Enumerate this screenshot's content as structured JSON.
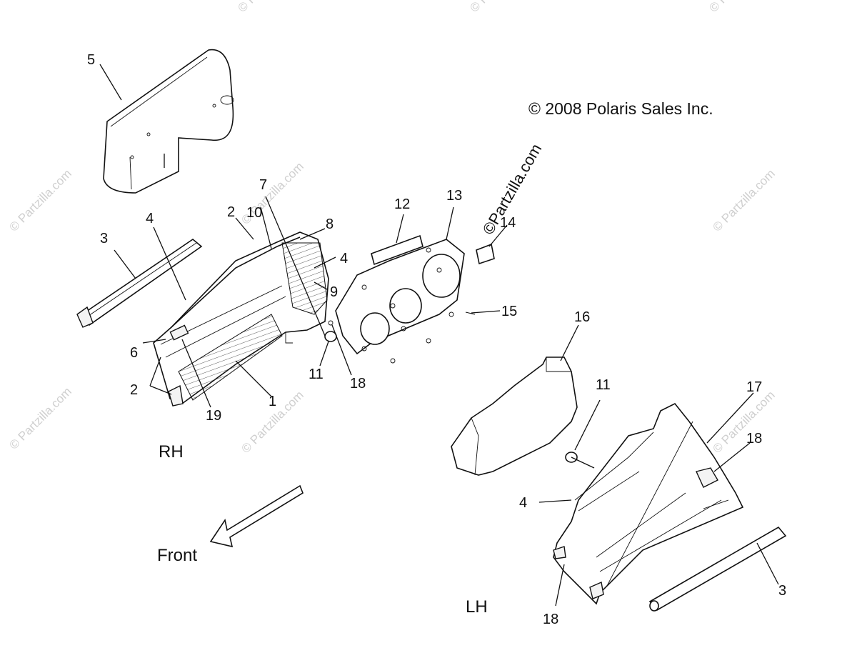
{
  "copyright": "© 2008 Polaris Sales Inc.",
  "watermark_main": "©Partzilla.com",
  "watermark_faint": "© Partzilla.com",
  "labels": {
    "rh": "RH",
    "lh": "LH",
    "front": "Front"
  },
  "callouts": {
    "c5": "5",
    "c3_rh": "3",
    "c4_rh_top": "4",
    "c2_rh_top": "2",
    "c7": "7",
    "c8": "8",
    "c4_rh_mid": "4",
    "c10": "10",
    "c9": "9",
    "c6": "6",
    "c2_rh_bot": "2",
    "c19": "19",
    "c1": "1",
    "c11_rh": "11",
    "c18_rh": "18",
    "c12": "12",
    "c13": "13",
    "c14": "14",
    "c15": "15",
    "c16": "16",
    "c11_lh": "11",
    "c17": "17",
    "c18_lh_top": "18",
    "c4_lh": "4",
    "c3_lh": "3",
    "c18_lh_bot": "18"
  }
}
